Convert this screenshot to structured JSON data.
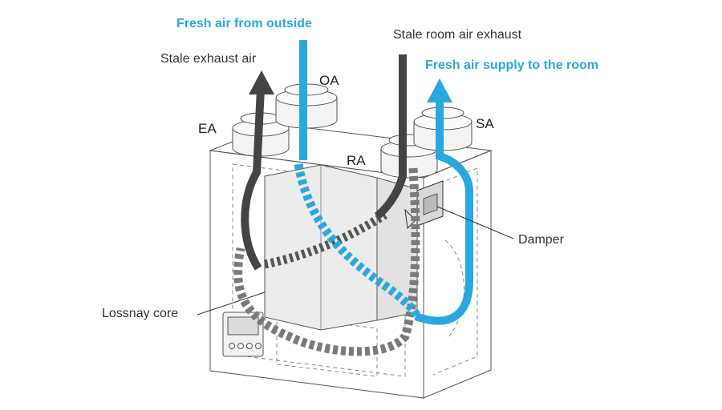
{
  "title_labels": {
    "fresh_air_from_outside": "Fresh air from outside",
    "stale_room_air_exhaust": "Stale room air exhaust",
    "stale_exhaust_air": "Stale exhaust air",
    "fresh_air_supply": "Fresh air supply to the room"
  },
  "port_labels": {
    "ea": "EA",
    "oa": "OA",
    "ra": "RA",
    "sa": "SA"
  },
  "component_labels": {
    "damper": "Damper",
    "lossnay_core": "Lossnay core"
  },
  "colors": {
    "fresh_air": "#29a8e0",
    "stale_air": "#444444",
    "stale_air_return": "#7a7a7a",
    "outline": "#555555"
  }
}
